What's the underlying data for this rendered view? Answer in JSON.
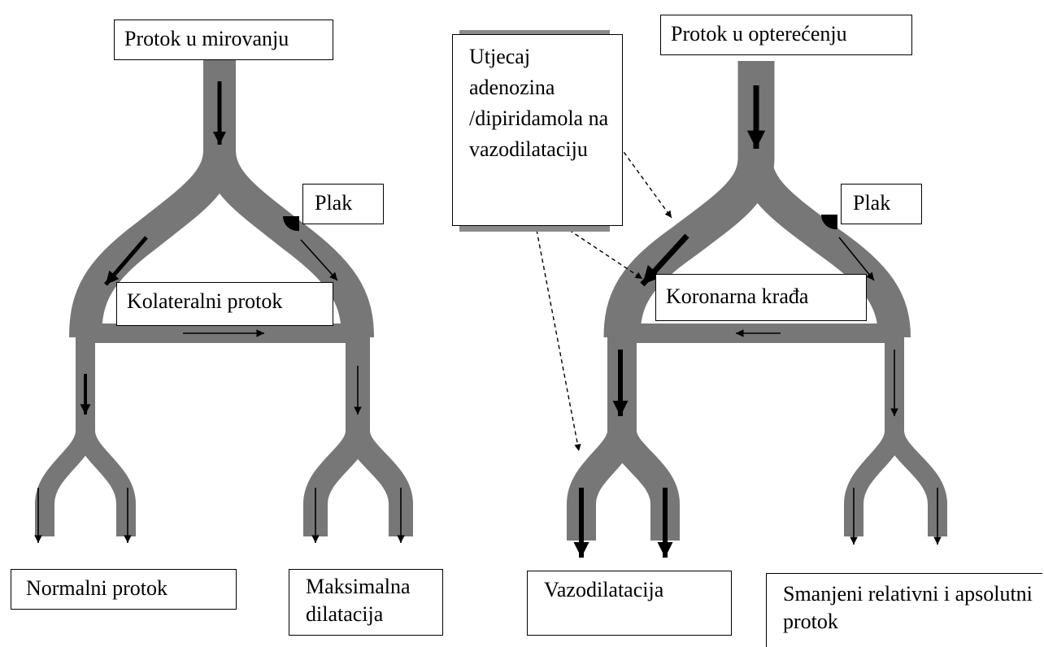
{
  "colors": {
    "vessel": "#777777",
    "arrow": "#000000",
    "plaque": "#000000",
    "label_border": "#000000",
    "background": "#ffffff"
  },
  "left_panel": {
    "title": "Protok u mirovanju",
    "plaque": "Plak",
    "collateral": "Kolateralni protok",
    "outcome_left": "Normalni protok",
    "outcome_right": "Maksimalna dilatacija"
  },
  "right_panel": {
    "title": "Protok u opterećenju",
    "drug_effect": "Utjecaj adenozina /dipiridamola na vazodilataciju",
    "plaque": "Plak",
    "steal": "Koronarna krađa",
    "outcome_left": "Vazodilatacija",
    "outcome_right": "Smanjeni relativni i apsolutni protok"
  }
}
